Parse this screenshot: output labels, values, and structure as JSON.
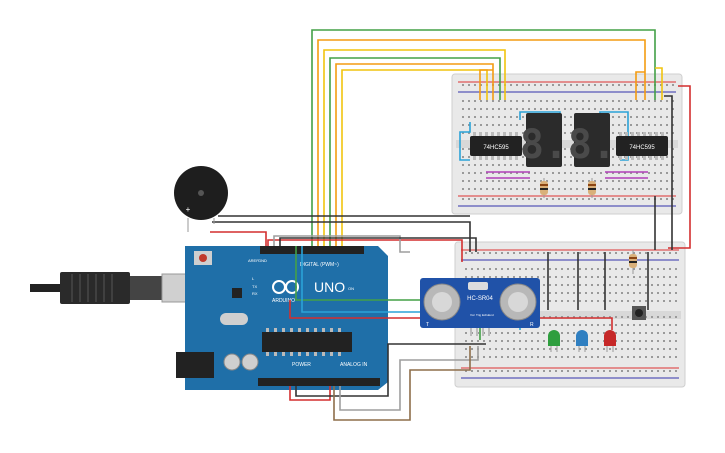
{
  "arduino": {
    "model": "UNO",
    "brand": "ARDUINO",
    "digital_label": "DIGITAL (PWM~)",
    "power_label": "POWER",
    "analog_label": "ANALOG IN",
    "aref_label": "AREF",
    "gnd_label": "GND",
    "on_label": "ON",
    "tx_label": "TX",
    "rx_label": "RX",
    "l_label": "L"
  },
  "shift_registers": [
    {
      "label": "74HC595"
    },
    {
      "label": "74HC595"
    }
  ],
  "seven_segment": [
    {
      "glyph": "8."
    },
    {
      "glyph": "8."
    }
  ],
  "sensor": {
    "model": "HC-SR04",
    "pins": [
      "Vcc",
      "Trig",
      "Echo",
      "Gnd"
    ],
    "side_left": "T",
    "side_right": "R"
  },
  "leds": [
    {
      "color": "#2e9e3e"
    },
    {
      "color": "#2f7fc1"
    },
    {
      "color": "#c62828"
    }
  ],
  "buzzer": {
    "plus": "+"
  },
  "colors": {
    "wire_red": "#d32f2f",
    "wire_black": "#333333",
    "wire_green": "#43a047",
    "wire_orange": "#f39c12",
    "wire_yellow": "#f1c40f",
    "wire_blue": "#2aa3d8",
    "wire_gray": "#9e9e9e",
    "wire_brown": "#8d6e4a",
    "wire_magenta": "#b03fb8",
    "board": "#1f6fa8"
  }
}
